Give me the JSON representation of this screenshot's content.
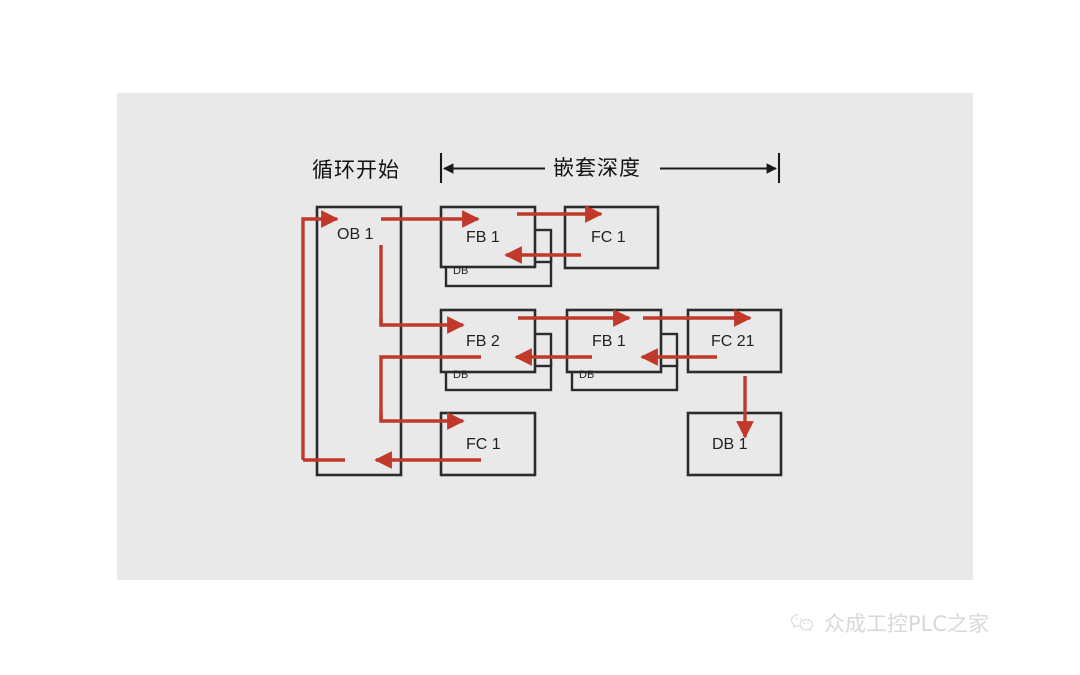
{
  "canvas": {
    "background_color": "#e9e9e9",
    "page_background_color": "#ffffff"
  },
  "headings": {
    "cycle_start": "循环开始",
    "nesting_depth": "嵌套深度"
  },
  "colors": {
    "flow_arrow": "#c0392b",
    "block_outline": "#2b2b2b",
    "text": "#222222",
    "watermark": "#d8d8d8"
  },
  "blocks": [
    {
      "id": "ob1",
      "label": "OB 1",
      "kind": "organization-block",
      "row": "left-column"
    },
    {
      "id": "fb1-top",
      "label": "FB 1",
      "kind": "function-block",
      "row": "top",
      "db_label": "DB"
    },
    {
      "id": "fc1-top",
      "label": "FC 1",
      "kind": "function",
      "row": "top"
    },
    {
      "id": "fb2-mid",
      "label": "FB 2",
      "kind": "function-block",
      "row": "middle",
      "db_label": "DB"
    },
    {
      "id": "fb1-mid",
      "label": "FB 1",
      "kind": "function-block",
      "row": "middle",
      "db_label": "DB"
    },
    {
      "id": "fc21-mid",
      "label": "FC 21",
      "kind": "function",
      "row": "middle"
    },
    {
      "id": "fc1-bot",
      "label": "FC 1",
      "kind": "function",
      "row": "bottom"
    },
    {
      "id": "db1-bot",
      "label": "DB 1",
      "kind": "data-block",
      "row": "bottom"
    }
  ],
  "db_tags": {
    "fb1_top": "DB",
    "fb2_mid": "DB",
    "fb1_mid": "DB"
  },
  "watermark": {
    "text": "众成工控PLC之家",
    "icon": "wechat-icon"
  }
}
